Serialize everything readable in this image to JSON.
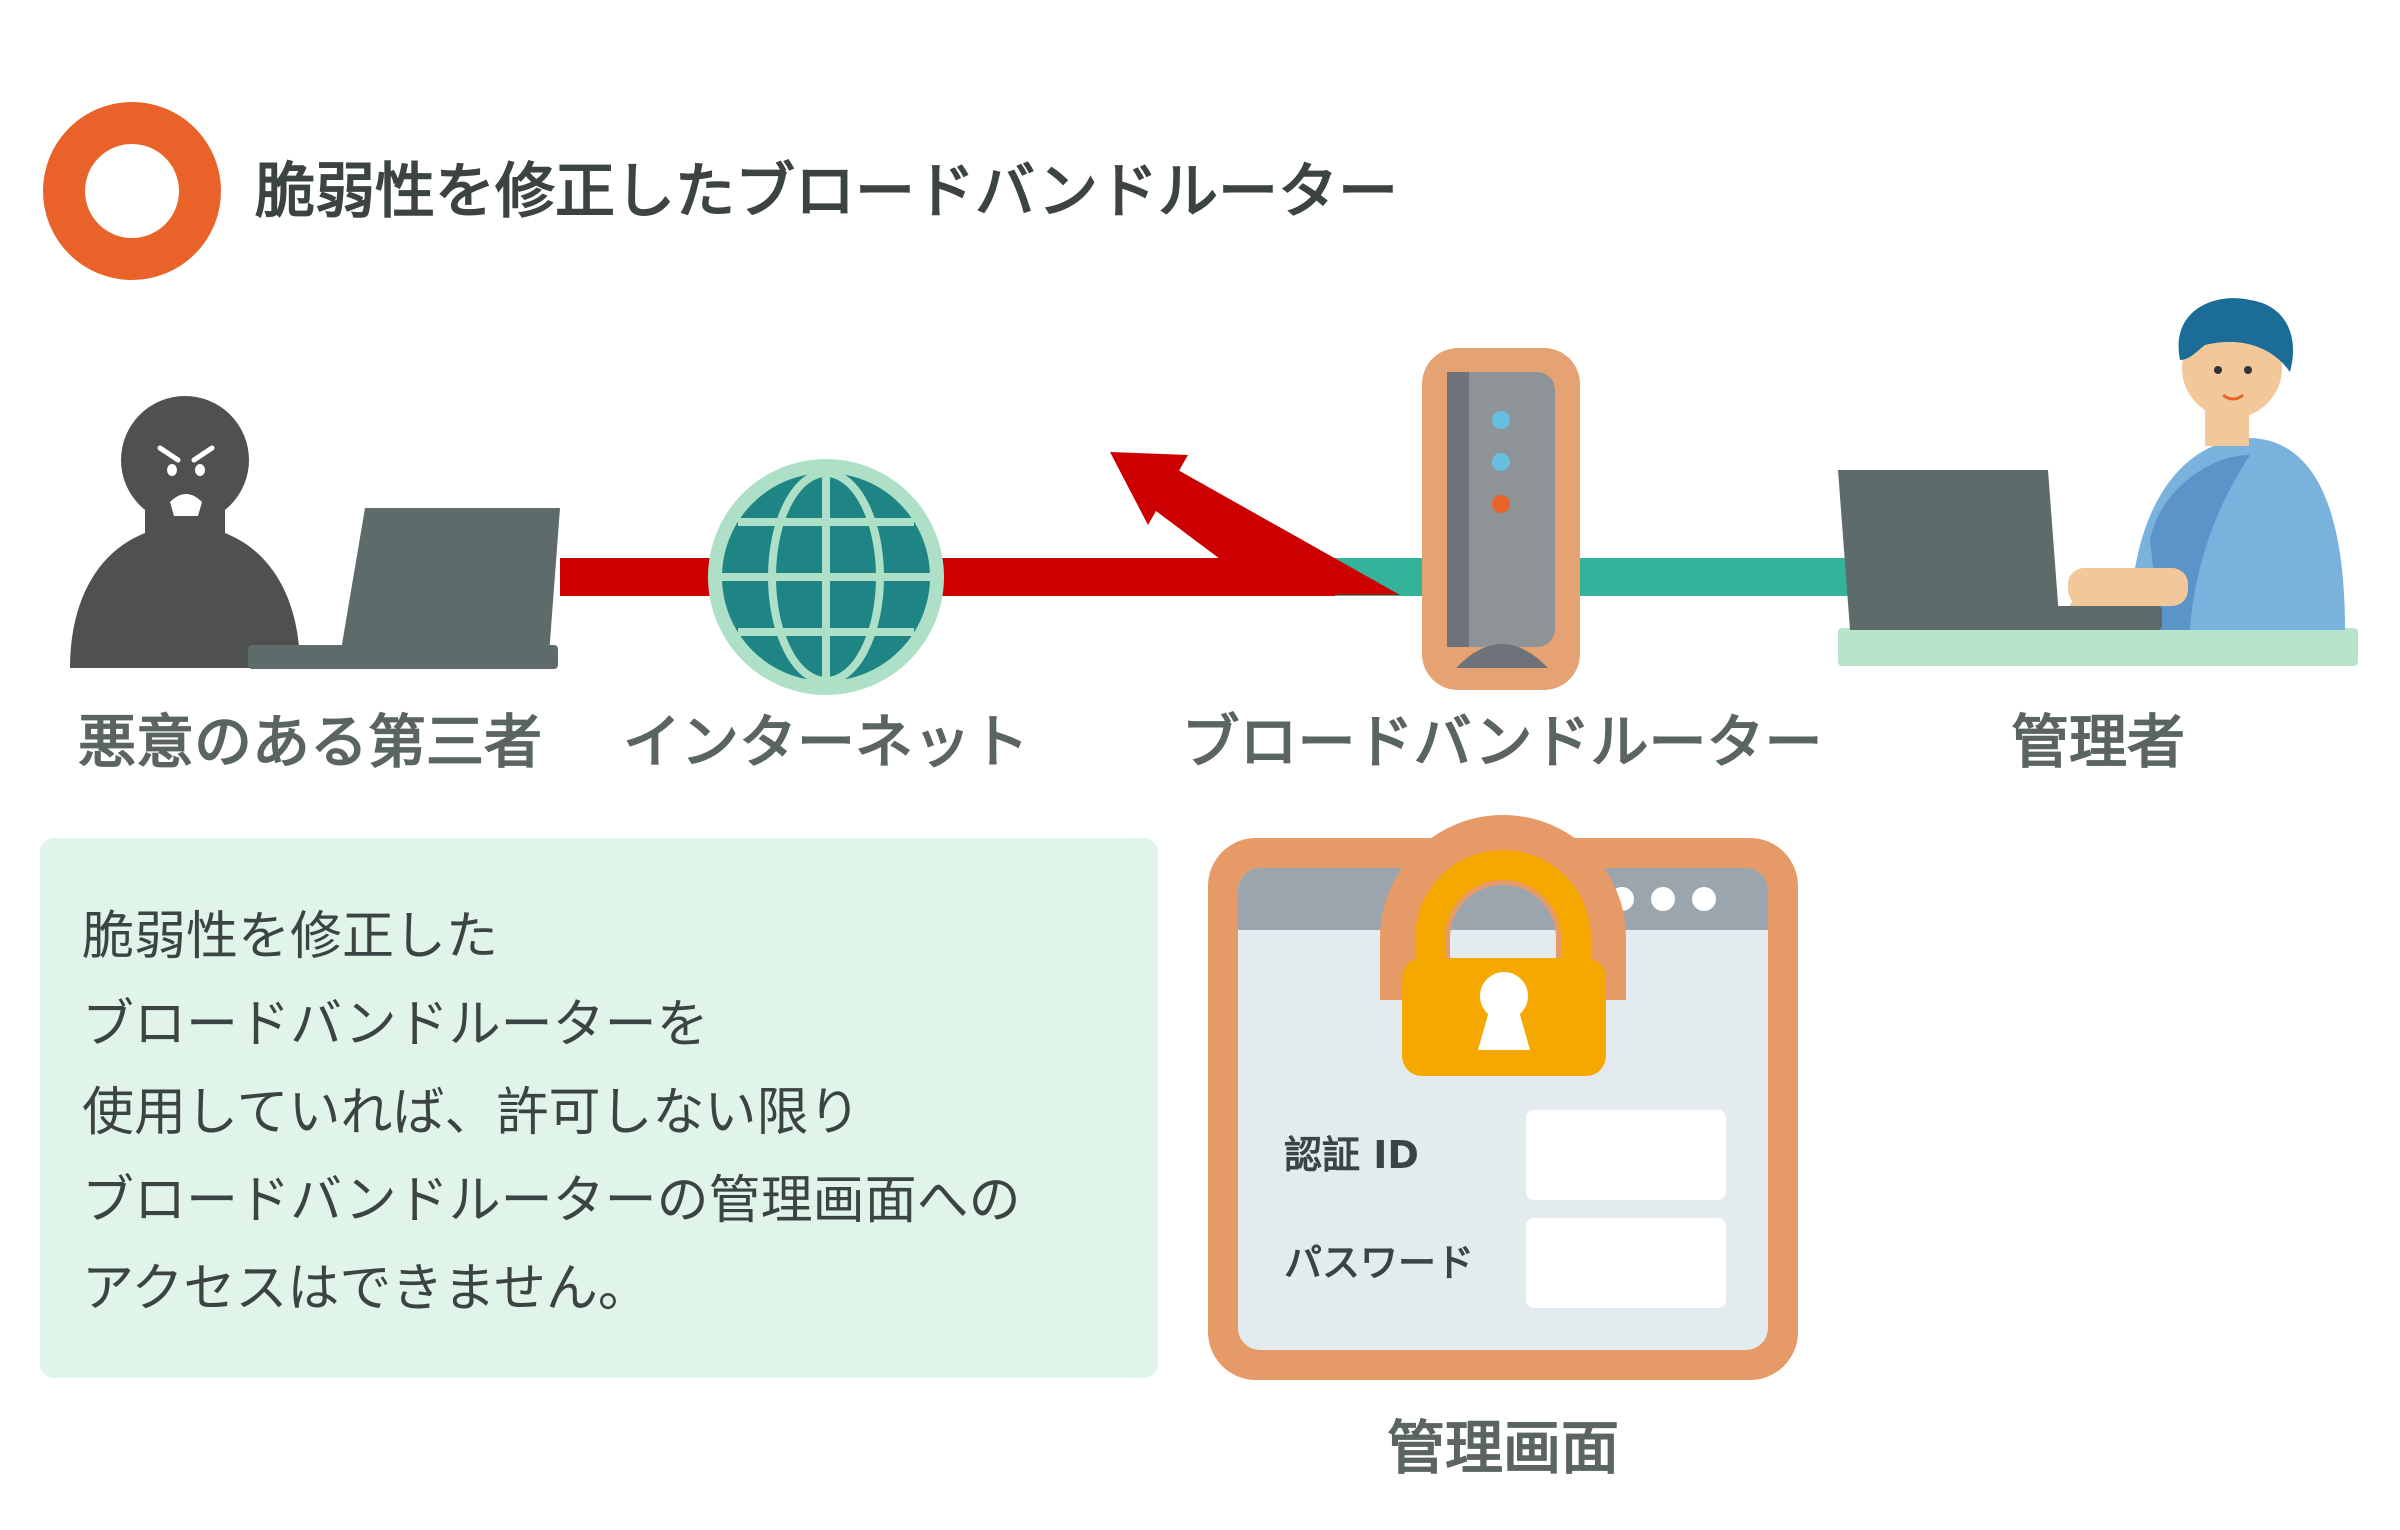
{
  "heading": {
    "text": "脆弱性を修正したブロードバンドルーター"
  },
  "nodes": {
    "attacker": {
      "label": "悪意のある第三者"
    },
    "internet": {
      "label": "インターネット"
    },
    "router": {
      "label": "ブロードバンドルーター"
    },
    "admin": {
      "label": "管理者"
    }
  },
  "info_box": {
    "lines": [
      "脆弱性を修正した",
      "ブロードバンドルーターを",
      "使用していれば、許可しない限り",
      "ブロードバンドルーターの管理画面への",
      "アクセスはできません。"
    ]
  },
  "admin_screen": {
    "label": "管理画面",
    "id_label": "認証 ID",
    "password_label": "パスワード"
  },
  "colors": {
    "accent_orange": "#e8622a",
    "attack_red": "#cc0000",
    "safe_green": "#33b39a",
    "info_bg": "#e0f4ea",
    "lock_yellow": "#f5a800"
  }
}
